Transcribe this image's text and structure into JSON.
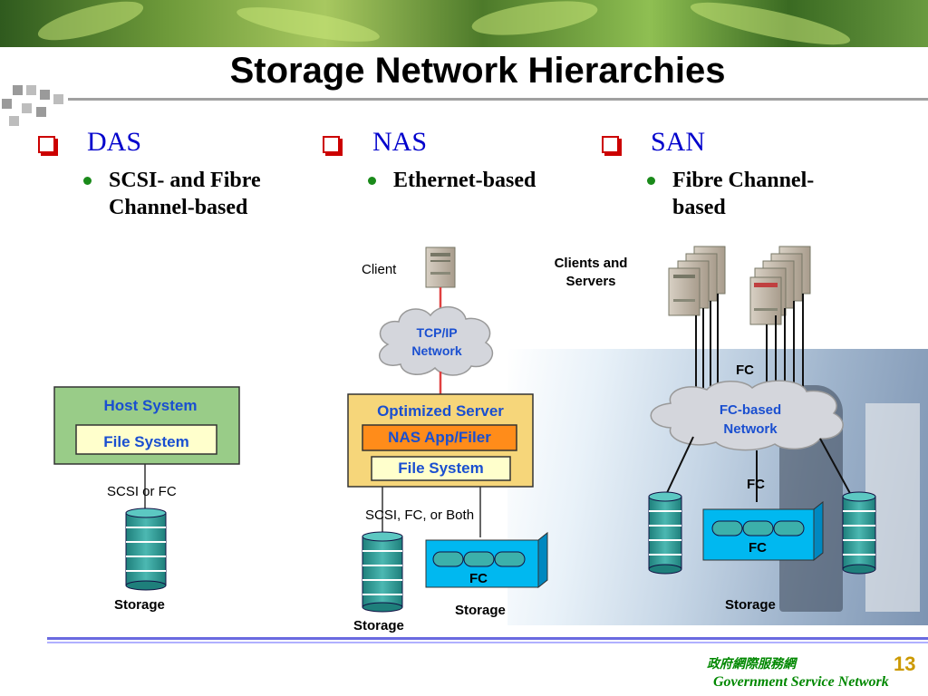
{
  "slide": {
    "title": "Storage Network Hierarchies",
    "page_number": "13",
    "footer_cn": "政府網際服務網",
    "footer_en": "Government Service Network"
  },
  "columns": [
    {
      "head": "DAS",
      "bullet": [
        "SCSI- and Fibre",
        "Channel-based"
      ]
    },
    {
      "head": "NAS",
      "bullet": [
        "Ethernet-based"
      ]
    },
    {
      "head": "SAN",
      "bullet": [
        "Fibre Channel-",
        "based"
      ]
    }
  ],
  "das": {
    "host_system": "Host System",
    "file_system": "File System",
    "link": "SCSI or FC",
    "storage": "Storage"
  },
  "nas": {
    "client": "Client",
    "network": [
      "TCP/IP",
      "Network"
    ],
    "server": "Optimized Server",
    "app": "NAS App/Filer",
    "file_system": "File System",
    "link": "SCSI, FC, or Both",
    "fc": "FC",
    "storage_left": "Storage",
    "storage_right": "Storage"
  },
  "san": {
    "clients": [
      "Clients and",
      "Servers"
    ],
    "fc_top": "FC",
    "network": [
      "FC-based",
      "Network"
    ],
    "fc_mid": "FC",
    "fc_box": "FC",
    "storage": "Storage"
  },
  "colors": {
    "heading_blue": "#0000cc",
    "diagram_blue": "#1a4fd0",
    "das_host_bg": "#99cc88",
    "nas_server_bg": "#f6d67a",
    "nas_app_bg": "#ff8c1a",
    "cyan_box": "#00b8f0",
    "disk_teal": "#2a9a96",
    "link_red": "#e04040",
    "footer_green": "#008800"
  }
}
